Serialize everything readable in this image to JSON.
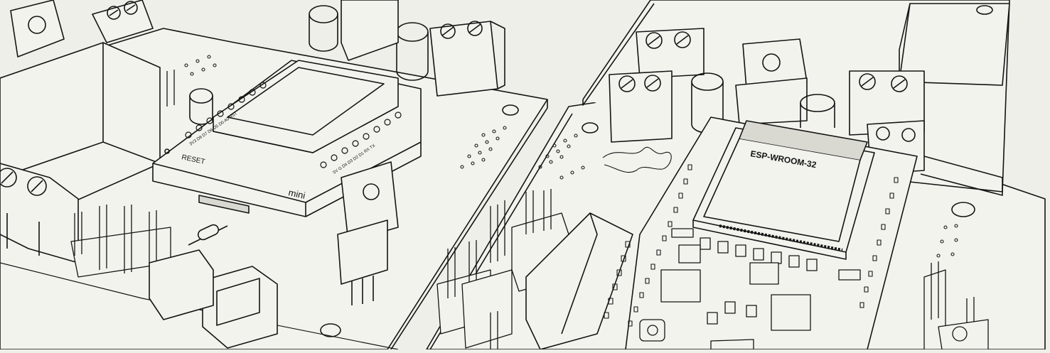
{
  "colors": {
    "paper": "#efefe9",
    "ink": "#141414",
    "board": "#f3f3ee",
    "shade": "#d9d9d2"
  },
  "boards": [
    {
      "id": "left-board",
      "labels": {
        "reset": "RESET",
        "mini": "mini",
        "pins_top": "3V3 D8 D7 D6 D5 D0 A0 RST",
        "pins_bottom": "5V G D4 D3 D2 D1 RX TX"
      }
    },
    {
      "id": "right-board",
      "labels": {
        "module": "ESP-WROOM-32"
      }
    }
  ]
}
